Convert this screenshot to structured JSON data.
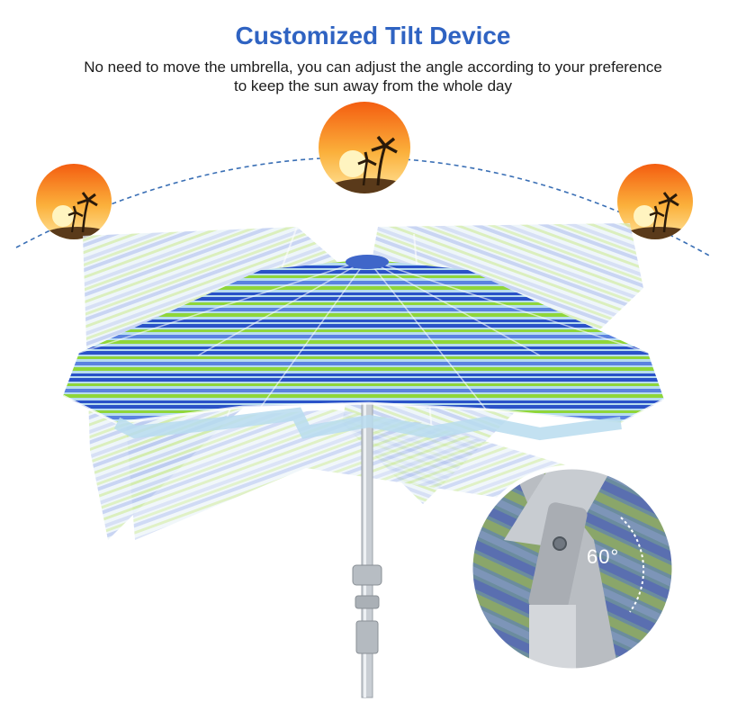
{
  "header": {
    "title": "Customized Tilt Device",
    "subtitle": "No need to move the umbrella, you can adjust the angle according to your preference to keep the sun away from the whole day"
  },
  "detail": {
    "angle_label": "60°"
  },
  "colors": {
    "title": "#2f63c2",
    "stripe_blue": "#2a52c8",
    "stripe_green": "#8fd63a",
    "stripe_light": "#b8dcef",
    "sun_orange": "#f08a1c",
    "arc_dash": "#3a6fb5"
  },
  "icons": [
    "sun-left-icon",
    "sun-center-icon",
    "sun-right-icon",
    "palm-tree-icon"
  ]
}
